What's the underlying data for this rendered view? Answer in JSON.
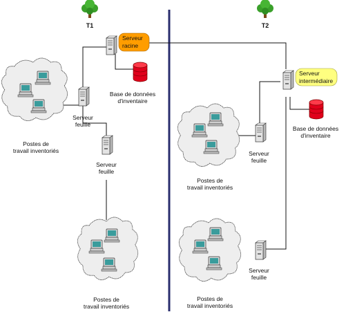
{
  "tree_left": {
    "label": "T1"
  },
  "tree_right": {
    "label": "T2"
  },
  "root_server": {
    "line1": "Serveur",
    "line2": "racine",
    "badge_color": "#ff9d00"
  },
  "intermediate_server": {
    "line1": "Serveur",
    "line2": "intermédiaire",
    "badge_color": "#ffff80"
  },
  "inventory_db_left": {
    "line1": "Base de données",
    "line2": "d'inventaire"
  },
  "inventory_db_right": {
    "line1": "Base de données",
    "line2": "d'inventaire"
  },
  "leaf_servers": [
    {
      "line1": "Serveur",
      "line2": "feuille"
    },
    {
      "line1": "Serveur",
      "line2": "feuille"
    },
    {
      "line1": "Serveur",
      "line2": "feuille"
    },
    {
      "line1": "Serveur",
      "line2": "feuille"
    }
  ],
  "workstation_groups": [
    {
      "line1": "Postes de",
      "line2": "travail inventoriés"
    },
    {
      "line1": "Postes de",
      "line2": "travail inventoriés"
    },
    {
      "line1": "Postes de",
      "line2": "travail inventoriés"
    },
    {
      "line1": "Postes de",
      "line2": "travail inventoriés"
    }
  ],
  "colors": {
    "divider": "#2a2e6e",
    "cloud_fill": "#eeeeee",
    "db_red": "#e0001b",
    "tree_green": "#3aa02a"
  }
}
